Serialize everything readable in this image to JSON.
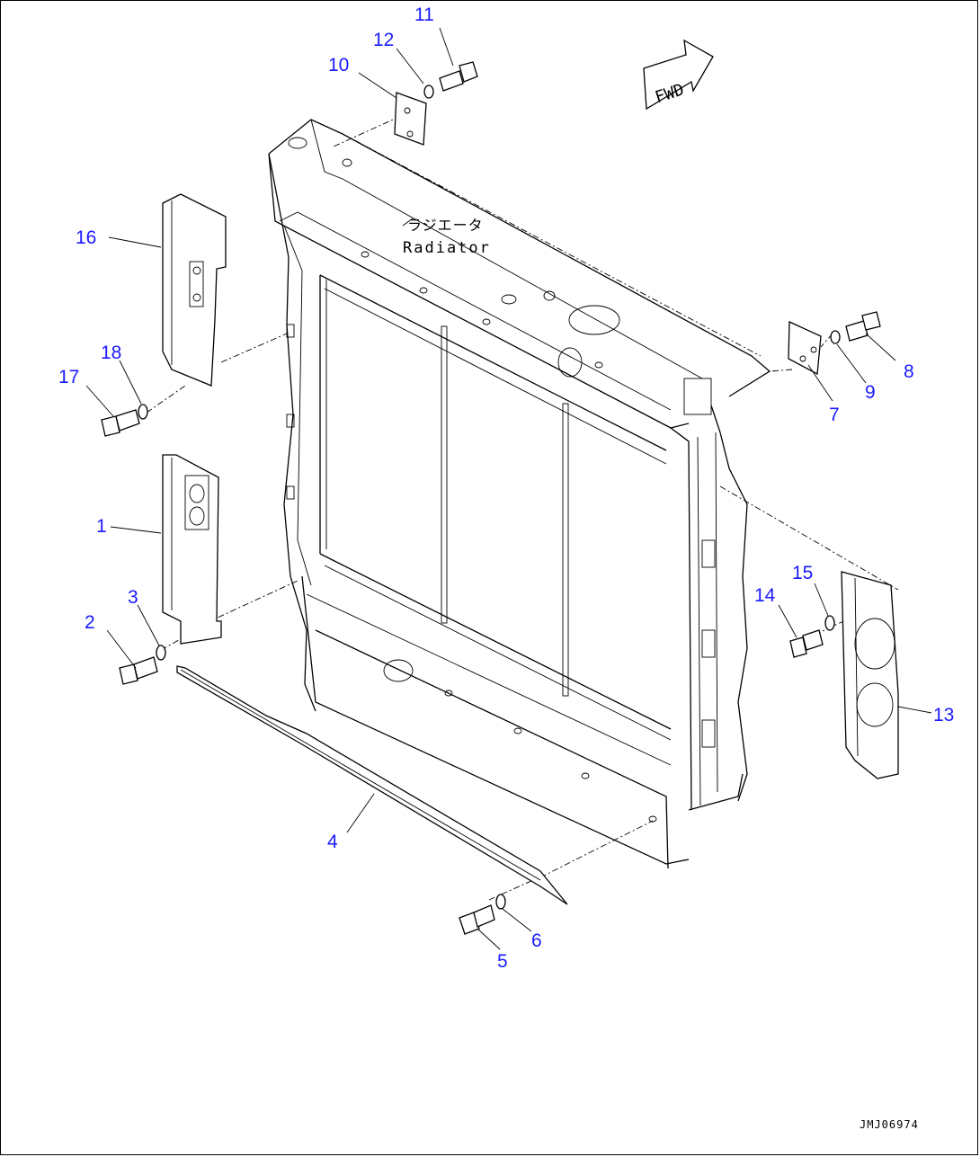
{
  "diagram": {
    "labels": {
      "japanese": "ラジエータ",
      "english": "Radiator",
      "direction": "FWD",
      "drawing_code": "JMJ06974"
    },
    "callouts": [
      "1",
      "2",
      "3",
      "4",
      "5",
      "6",
      "7",
      "8",
      "9",
      "10",
      "11",
      "12",
      "13",
      "14",
      "15",
      "16",
      "17",
      "18"
    ]
  }
}
